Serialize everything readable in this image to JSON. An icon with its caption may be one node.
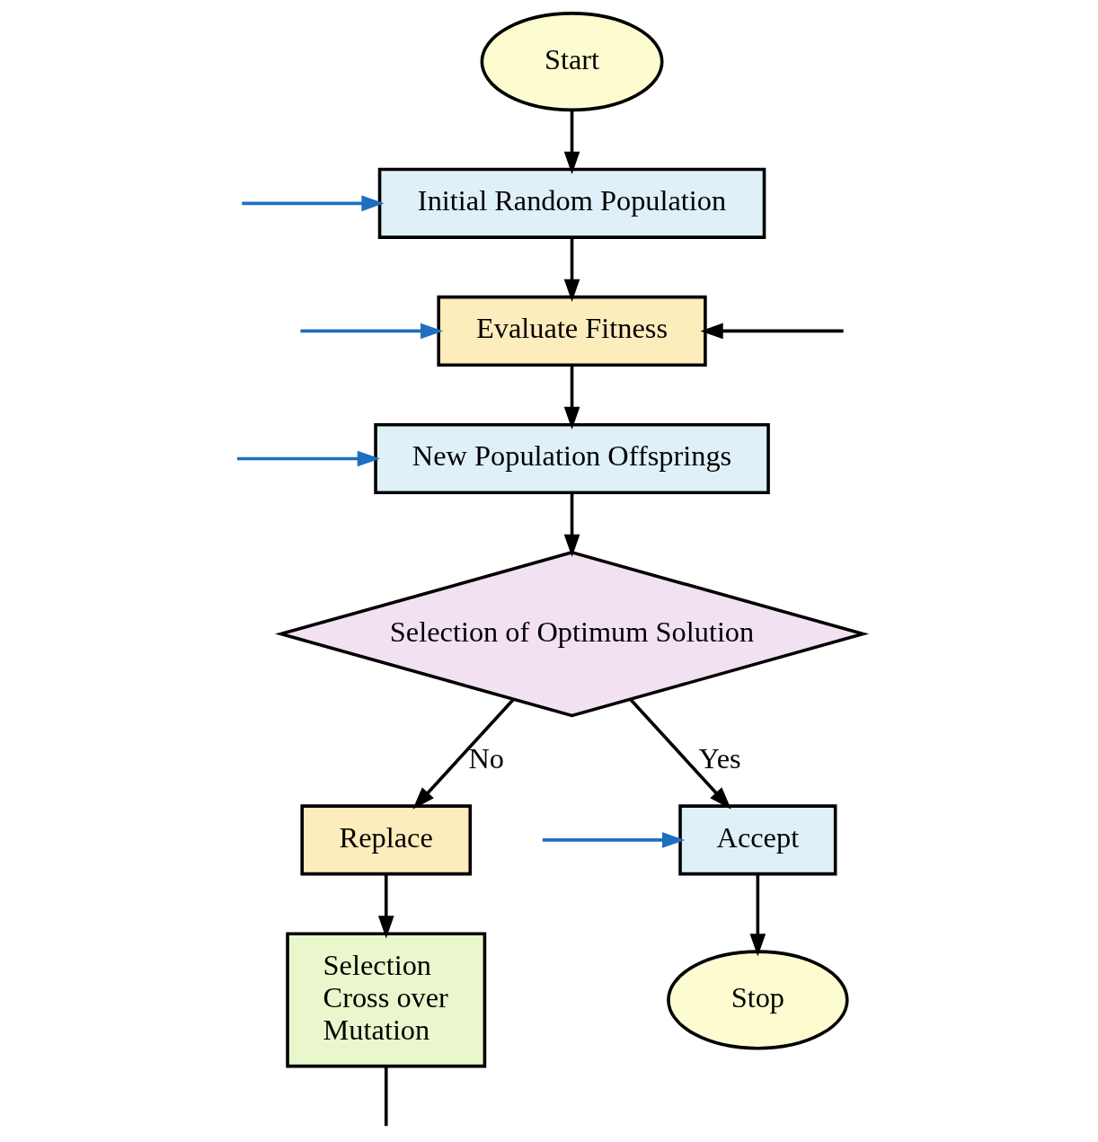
{
  "diagram": {
    "nodes": [
      {
        "text": [
          "Start"
        ]
      },
      {
        "text": [
          "Initial Random Population"
        ]
      },
      {
        "text": [
          "Evaluate Fitness"
        ]
      },
      {
        "text": [
          "New Population Offsprings"
        ]
      },
      {
        "text": [
          "Selection of Optimum Solution"
        ]
      },
      {
        "text": [
          "Replace"
        ]
      },
      {
        "text": [
          "Selection",
          "Cross over",
          "Mutation"
        ]
      },
      {
        "text": [
          "Accept"
        ]
      },
      {
        "text": [
          "Stop"
        ]
      }
    ],
    "edges": [
      {
        "from": 0,
        "to": 1,
        "arrow": "to"
      },
      {
        "from": 1,
        "to": 2,
        "arrow": "to"
      },
      {
        "from": 2,
        "to": 3,
        "arrow": "to"
      },
      {
        "from": 3,
        "to": 4,
        "arrow": "to"
      },
      {
        "from": 4,
        "to": 5,
        "arrow": "to",
        "label": "No"
      },
      {
        "from": 4,
        "to": 7,
        "arrow": "to",
        "label": "Yes"
      },
      {
        "from": 5,
        "to": 6,
        "arrow": "to"
      },
      {
        "from": 7,
        "to": 8,
        "arrow": "to"
      },
      {
        "from": 6,
        "to": null,
        "arrow": "none"
      },
      {
        "from": null,
        "to": 2,
        "arrow": "to"
      },
      {
        "from": null,
        "to": 1,
        "arrow": "to",
        "color": "#1f6fbf"
      },
      {
        "from": null,
        "to": 2,
        "arrow": "to",
        "color": "#1f6fbf"
      },
      {
        "from": null,
        "to": 3,
        "arrow": "to",
        "color": "#1f6fbf"
      },
      {
        "from": null,
        "to": 7,
        "arrow": "to",
        "color": "#1f6fbf"
      }
    ]
  }
}
